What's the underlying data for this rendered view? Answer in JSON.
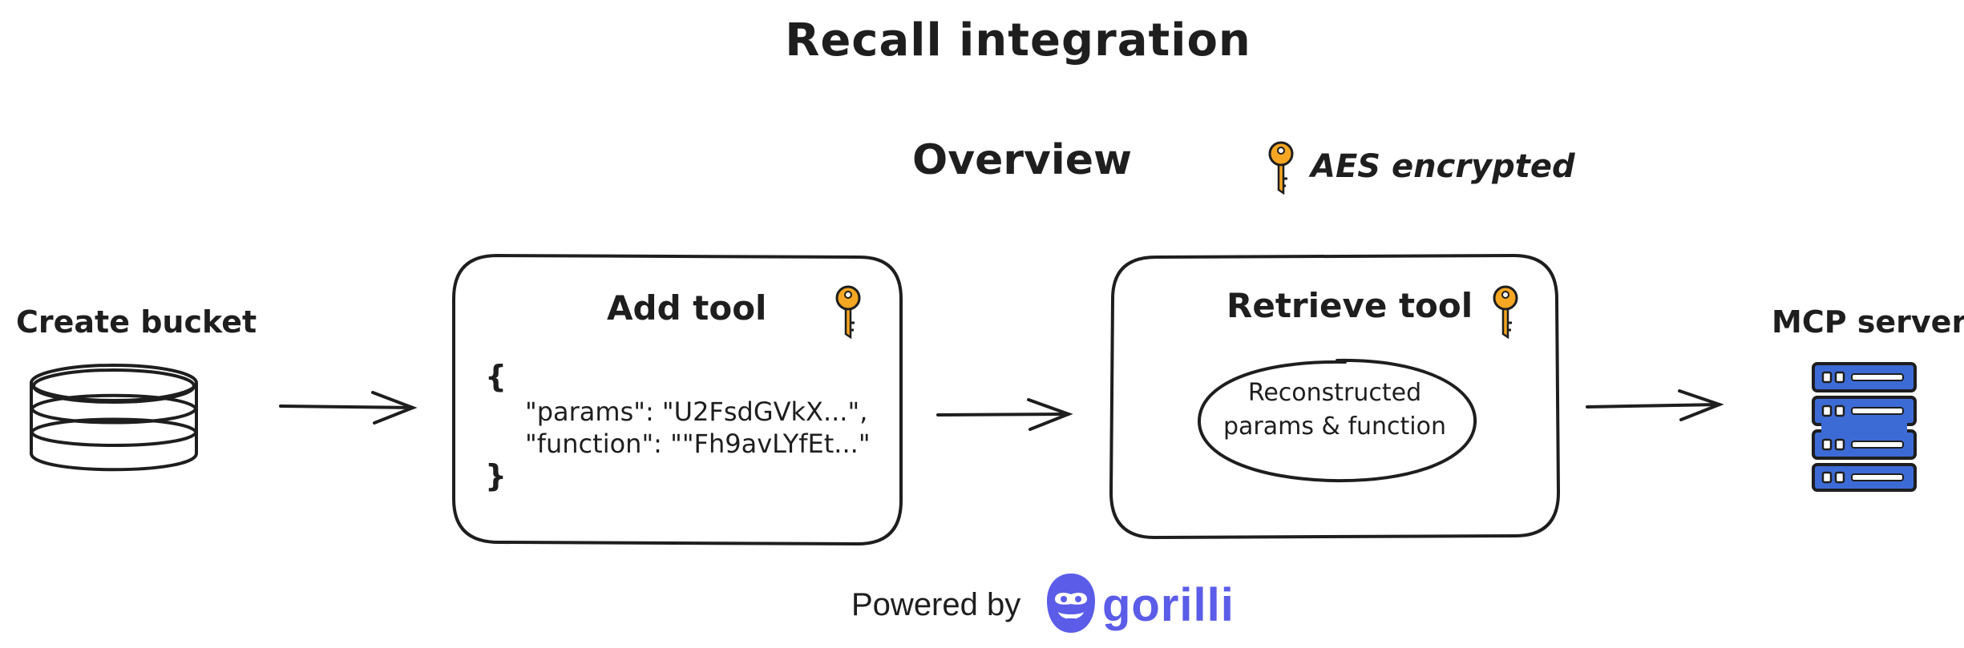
{
  "title": "Recall integration",
  "overview": "Overview",
  "legend": {
    "icon": "key-icon",
    "label": "AES encrypted"
  },
  "steps": {
    "create_bucket": {
      "label": "Create bucket",
      "icon": "database-icon"
    },
    "add_tool": {
      "title": "Add tool",
      "icon": "key-icon",
      "code": {
        "open": "{",
        "params_line": "\"params\": \"U2FsdGVkX...\",",
        "function_line": "\"function\": \"\"Fh9avLYfEt...\"",
        "close": "}"
      }
    },
    "retrieve_tool": {
      "title": "Retrieve tool",
      "icon": "key-icon",
      "result_line1": "Reconstructed",
      "result_line2": "params & function"
    },
    "mcp_server": {
      "label": "MCP server",
      "icon": "server-icon"
    }
  },
  "footer": {
    "powered_by": "Powered by",
    "brand": "gorilli",
    "logo_icon": "gorilla-logo-icon"
  },
  "colors": {
    "stroke": "#1e1e1e",
    "key": "#f5a623",
    "server": "#3d6bd6",
    "brand": "#5b5ce8"
  }
}
